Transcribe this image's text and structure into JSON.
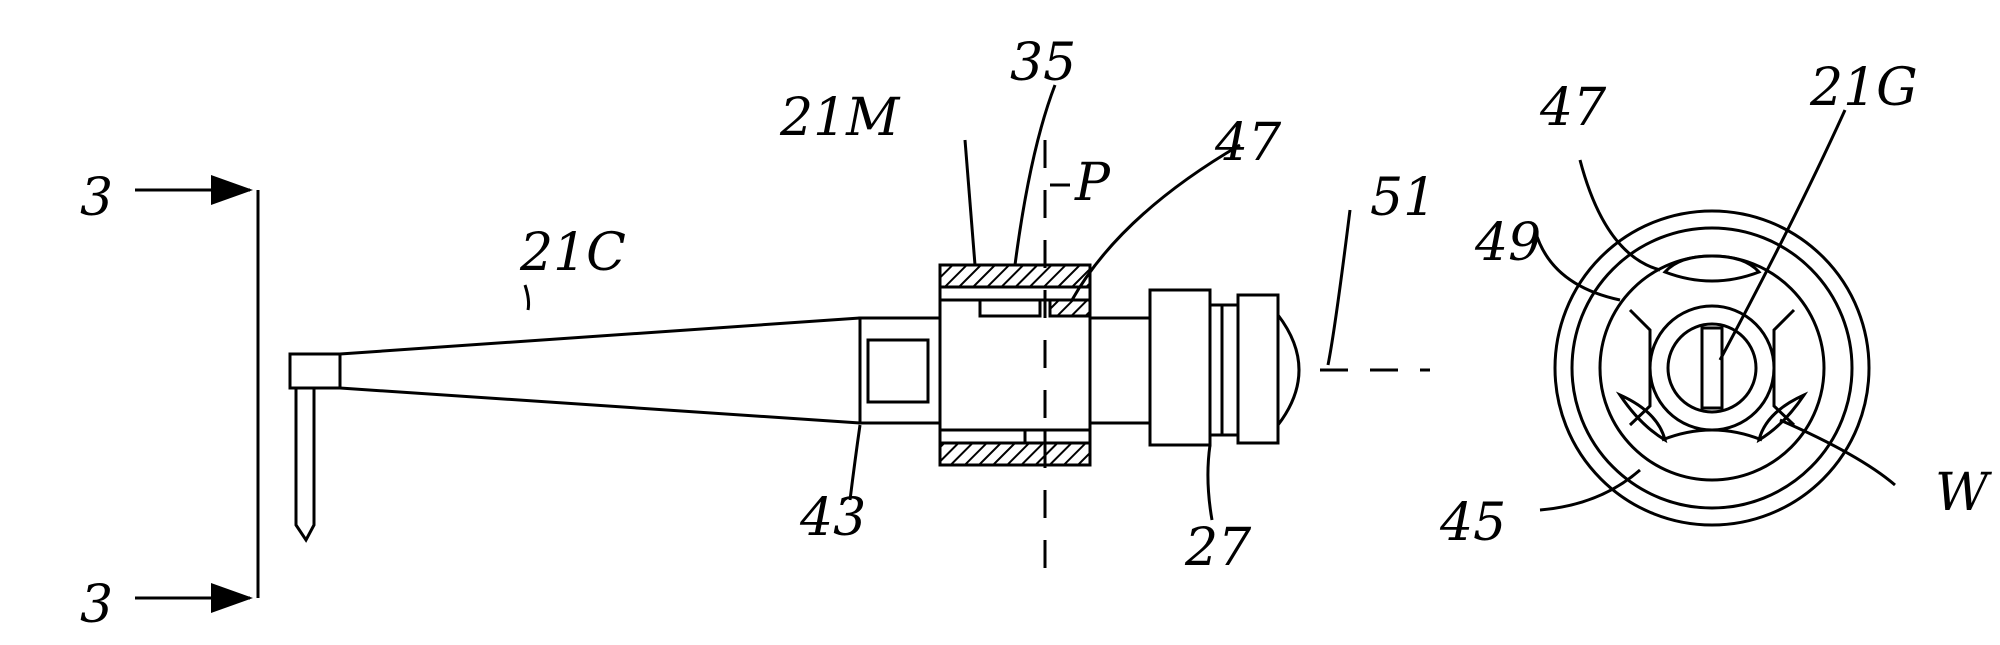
{
  "labels": {
    "section_top": "3",
    "section_bottom": "3",
    "n21c": "21C",
    "n21m": "21M",
    "n35": "35",
    "p": "P",
    "n47_side": "47",
    "n51": "51",
    "n43": "43",
    "n27": "27",
    "n47_end": "47",
    "n21g": "21G",
    "n49": "49",
    "n45": "45",
    "w": "W"
  }
}
